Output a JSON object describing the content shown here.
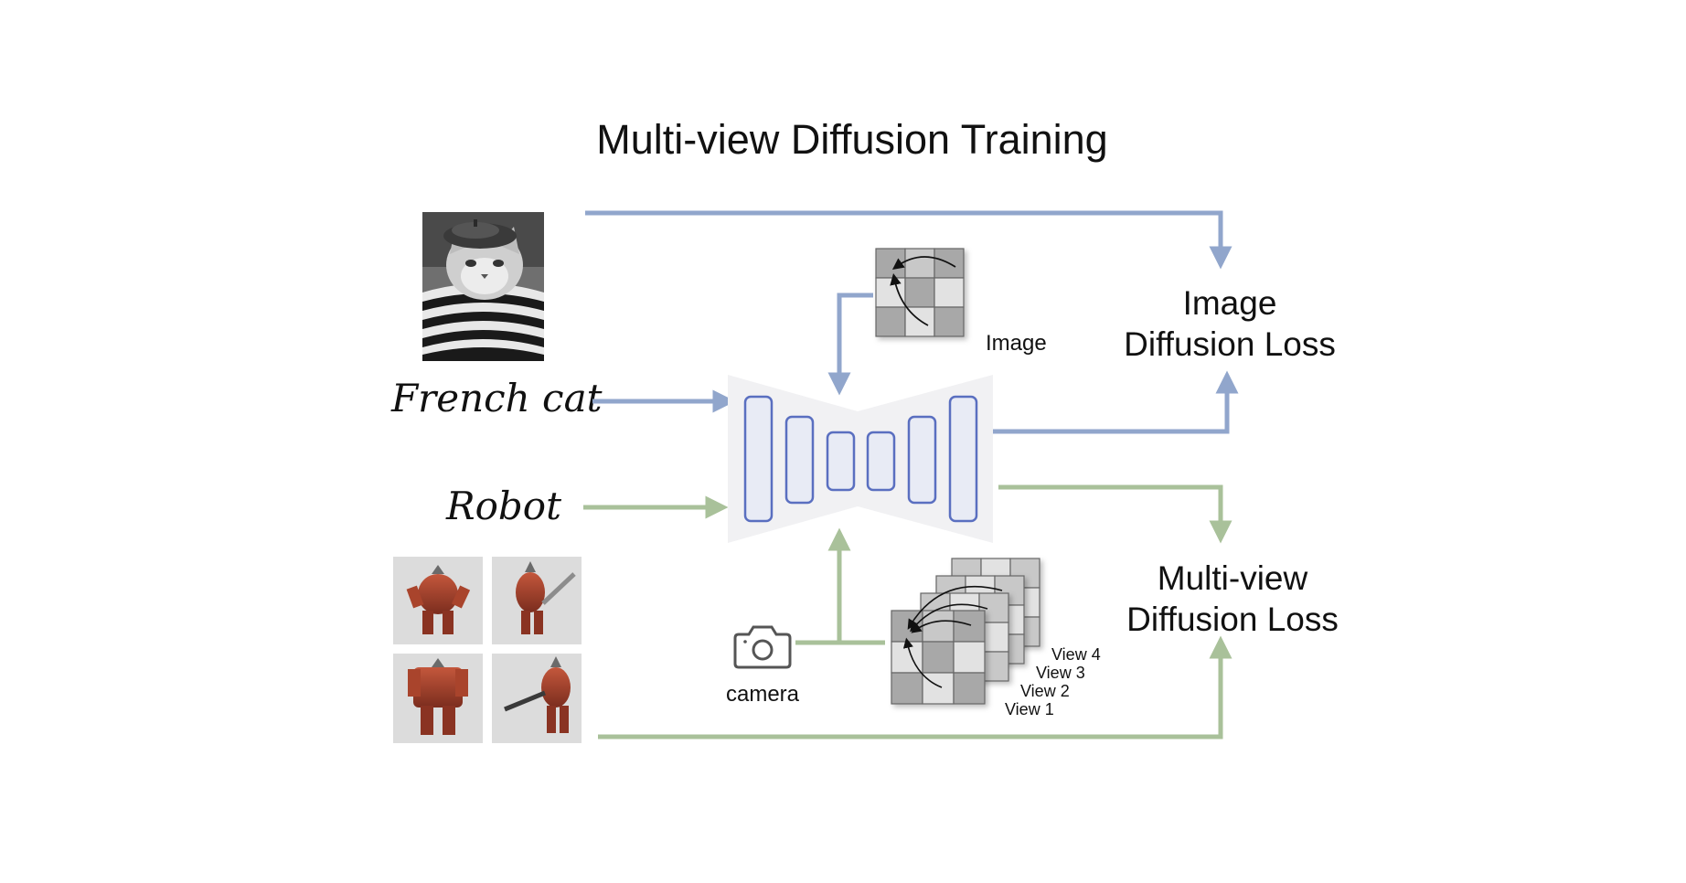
{
  "title": "Multi-view Diffusion Training",
  "inputs": {
    "text_prompt_1": "French cat",
    "text_prompt_2": "Robot",
    "camera_label": "camera",
    "camera_icon": "camera-icon"
  },
  "outputs": {
    "image_loss_line1": "Image",
    "image_loss_line2": "Diffusion Loss",
    "multiview_loss_line1": "Multi-view",
    "multiview_loss_line2": "Diffusion Loss"
  },
  "attention": {
    "image_label": "Image",
    "views": [
      "View 4",
      "View 3",
      "View 2",
      "View 1"
    ]
  },
  "colors": {
    "image_path": "#91a6cc",
    "multiview_path": "#a9c19a",
    "unet_stroke": "#5a6fc0",
    "unet_fill": "#e8ebf5",
    "unet_bg": "#f1f1f3",
    "grid_dark": "#a8a8a8",
    "grid_mid": "#c8c8c8",
    "grid_light": "#e2e2e2"
  }
}
